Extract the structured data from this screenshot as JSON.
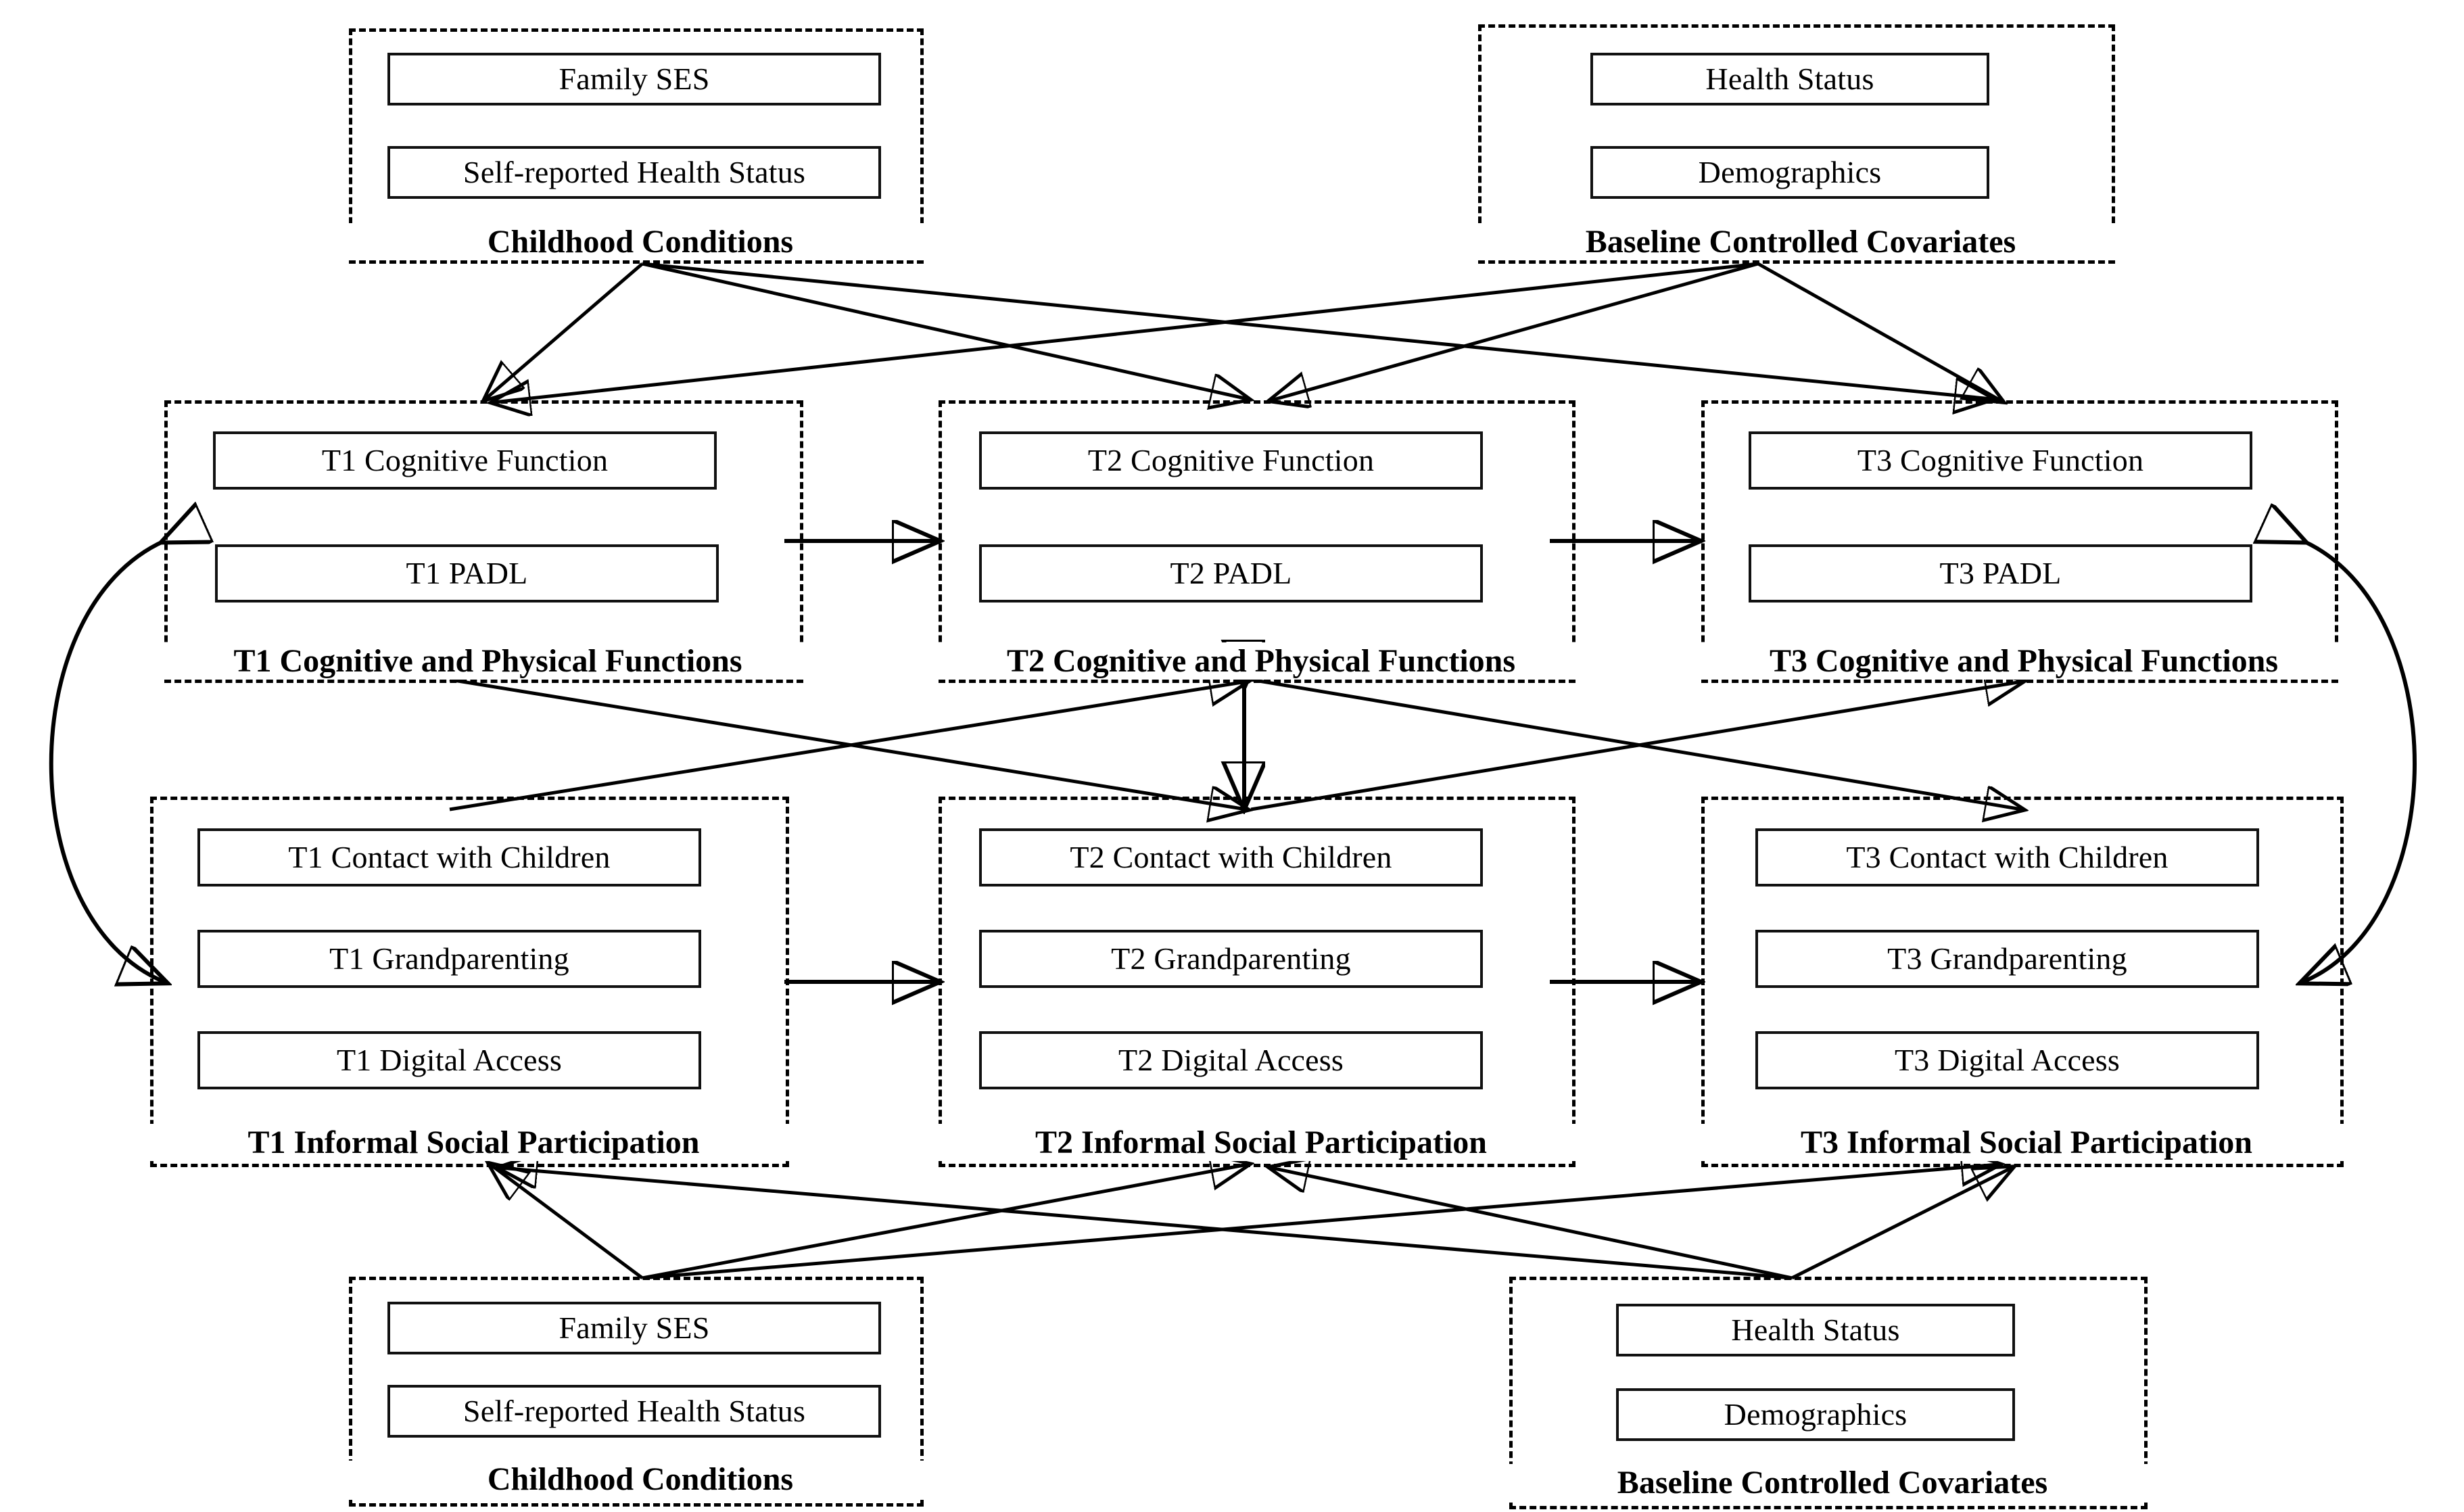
{
  "diagram": {
    "type": "cross-lagged-panel-model",
    "background": "#ffffff",
    "line_color": "#000000"
  },
  "constructs": [
    {
      "id": "childhood-top",
      "caption": "Childhood Conditions",
      "indicators": [
        "Family SES",
        "Self-reported Health Status"
      ]
    },
    {
      "id": "covariates-top",
      "caption": "Baseline Controlled Covariates",
      "indicators": [
        "Health Status",
        "Demographics"
      ]
    },
    {
      "id": "t1-cog",
      "caption": "T1 Cognitive and Physical Functions",
      "indicators": [
        "T1 Cognitive Function",
        "T1 PADL"
      ]
    },
    {
      "id": "t2-cog",
      "caption": "T2 Cognitive and Physical Functions",
      "indicators": [
        "T2 Cognitive Function",
        "T2 PADL"
      ]
    },
    {
      "id": "t3-cog",
      "caption": "T3 Cognitive and Physical Functions",
      "indicators": [
        "T3 Cognitive Function",
        "T3 PADL"
      ]
    },
    {
      "id": "t1-soc",
      "caption": "T1 Informal Social Participation",
      "indicators": [
        "T1 Contact with Children",
        "T1 Grandparenting",
        "T1 Digital Access"
      ]
    },
    {
      "id": "t2-soc",
      "caption": "T2 Informal Social Participation",
      "indicators": [
        "T2 Contact with Children",
        "T2 Grandparenting",
        "T2 Digital Access"
      ]
    },
    {
      "id": "t3-soc",
      "caption": "T3 Informal Social Participation",
      "indicators": [
        "T3 Contact with Children",
        "T3 Grandparenting",
        "T3 Digital Access"
      ]
    },
    {
      "id": "childhood-bottom",
      "caption": "Childhood Conditions",
      "indicators": [
        "Family SES",
        "Self-reported Health Status"
      ]
    },
    {
      "id": "covariates-bottom",
      "caption": "Baseline Controlled Covariates",
      "indicators": [
        "Health Status",
        "Demographics"
      ]
    }
  ]
}
